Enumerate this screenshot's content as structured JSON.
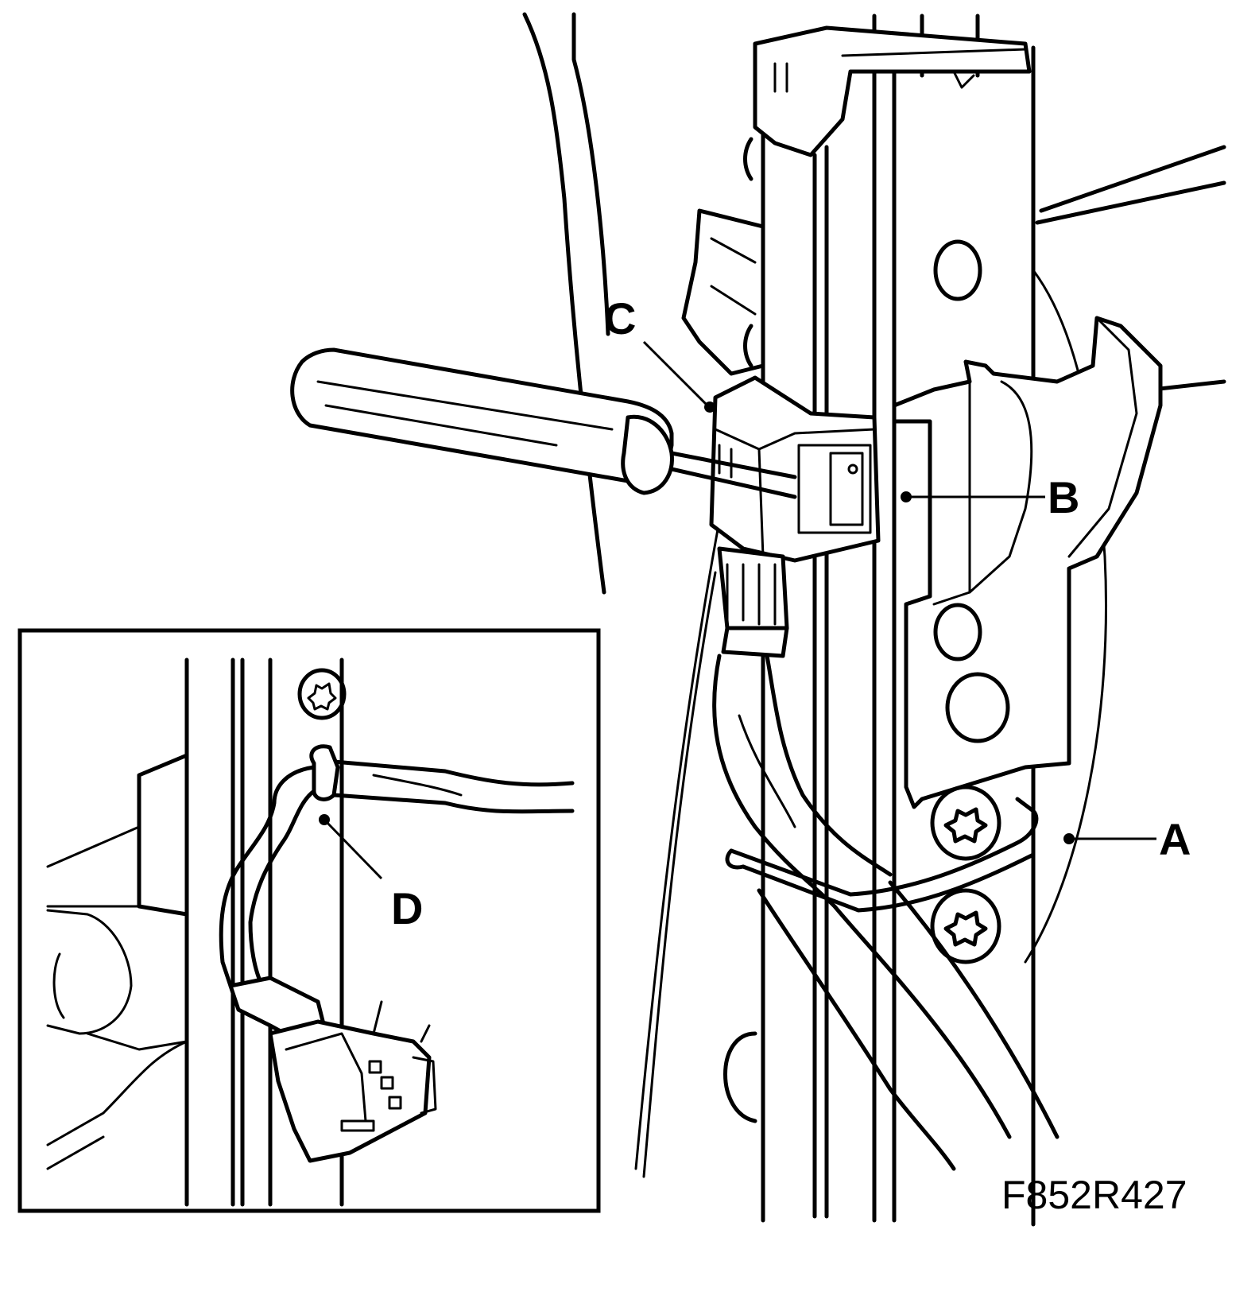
{
  "callouts": {
    "a": "A",
    "b": "B",
    "c": "C",
    "d": "D"
  },
  "figure_id": "F852R427",
  "colors": {
    "line": "#000000",
    "background": "#ffffff"
  }
}
